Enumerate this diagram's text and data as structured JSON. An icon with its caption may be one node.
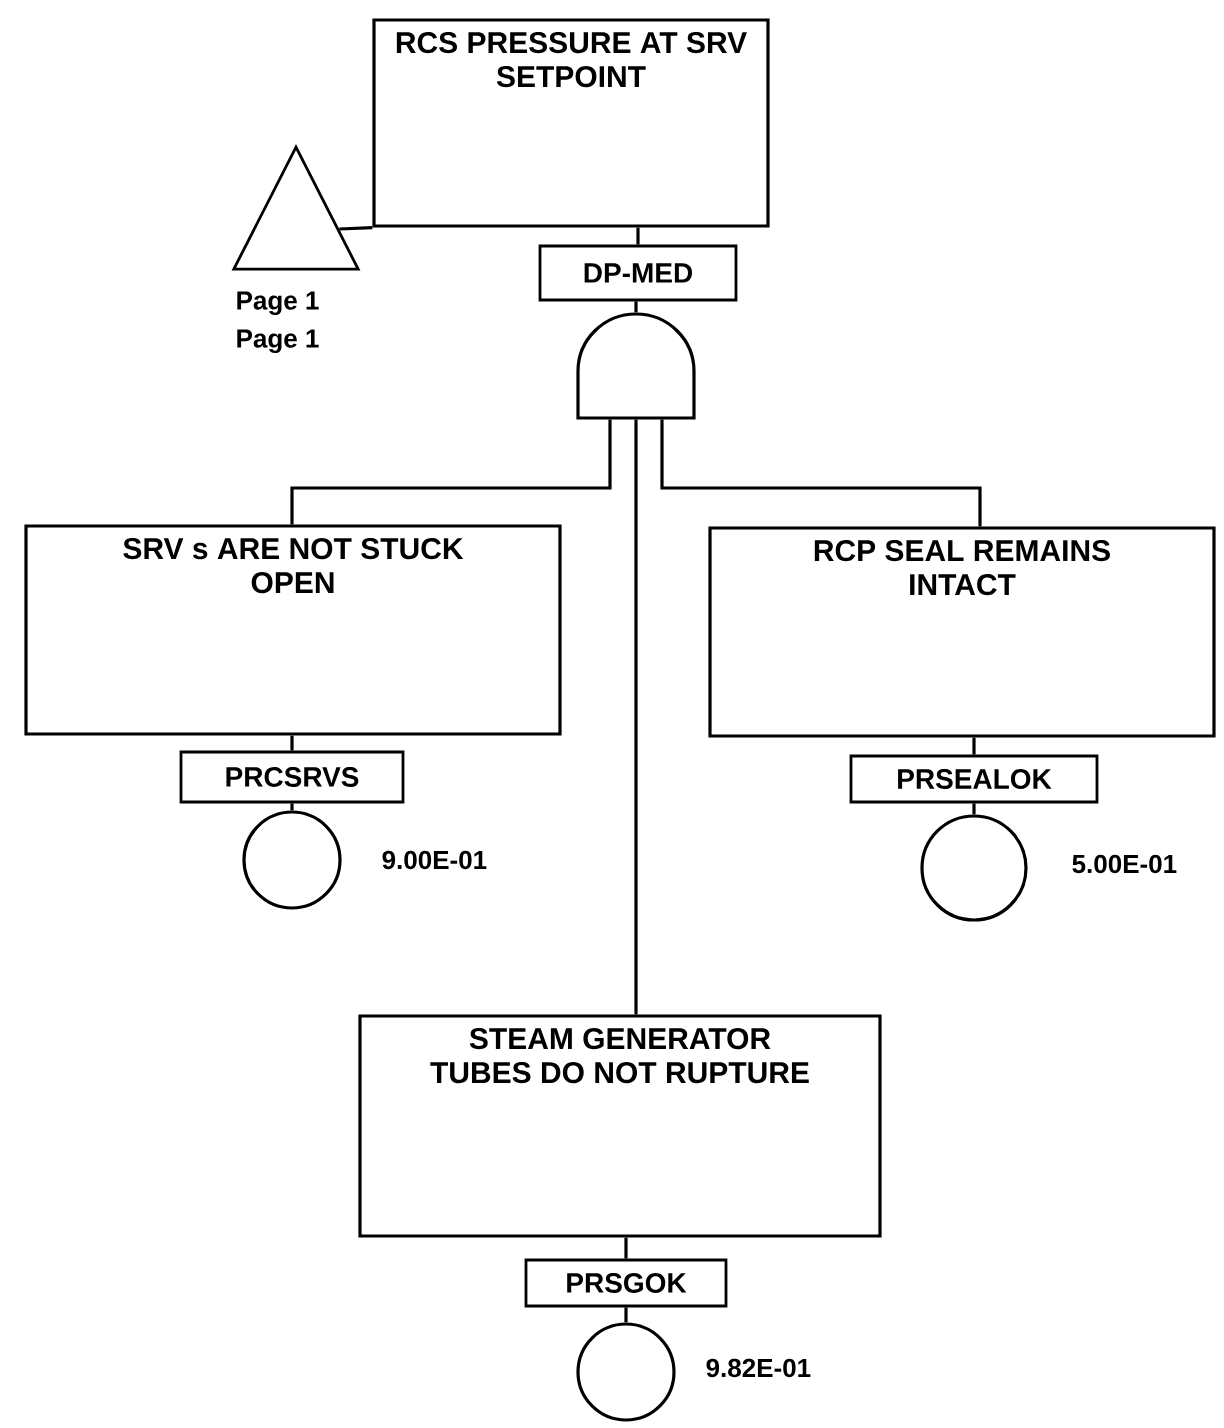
{
  "diagram": {
    "nodes": [
      {
        "text": [
          "RCS PRESSURE AT SRV SETPOINT"
        ]
      },
      {
        "text": [
          "DP-MED"
        ]
      },
      {
        "text": [],
        "shape": "gate"
      },
      {
        "text": [],
        "shape": "triangle",
        "beside": [
          "Page 1",
          "Page 1"
        ]
      },
      {
        "text": [
          "SRV s ARE NOT STUCK OPEN"
        ]
      },
      {
        "text": [
          "PRCSRVS"
        ]
      },
      {
        "text": [],
        "shape": "circle",
        "beside": [
          "9.00E-01"
        ]
      },
      {
        "text": [
          "RCP SEAL REMAINS INTACT"
        ]
      },
      {
        "text": [
          "PRSEALOK"
        ]
      },
      {
        "text": [],
        "shape": "circle",
        "beside": [
          "5.00E-01"
        ]
      },
      {
        "text": [
          "STEAM GENERATOR TUBES DO NOT RUPTURE"
        ]
      },
      {
        "text": [
          "PRSGOK"
        ]
      },
      {
        "text": [],
        "shape": "circle",
        "beside": [
          "9.82E-01"
        ]
      }
    ],
    "edges": [
      {
        "from": 0,
        "to": 3,
        "arrow": "none"
      },
      {
        "from": 0,
        "to": 1,
        "arrow": "none"
      },
      {
        "from": 1,
        "to": 2,
        "arrow": "none"
      },
      {
        "from": 2,
        "to": 4,
        "arrow": "none"
      },
      {
        "from": 2,
        "to": 7,
        "arrow": "none"
      },
      {
        "from": 2,
        "to": 10,
        "arrow": "none"
      },
      {
        "from": 4,
        "to": 5,
        "arrow": "none"
      },
      {
        "from": 5,
        "to": 6,
        "arrow": "none"
      },
      {
        "from": 7,
        "to": 8,
        "arrow": "none"
      },
      {
        "from": 8,
        "to": 9,
        "arrow": "none"
      },
      {
        "from": 10,
        "to": 11,
        "arrow": "none"
      },
      {
        "from": 11,
        "to": 12,
        "arrow": "none"
      }
    ]
  }
}
